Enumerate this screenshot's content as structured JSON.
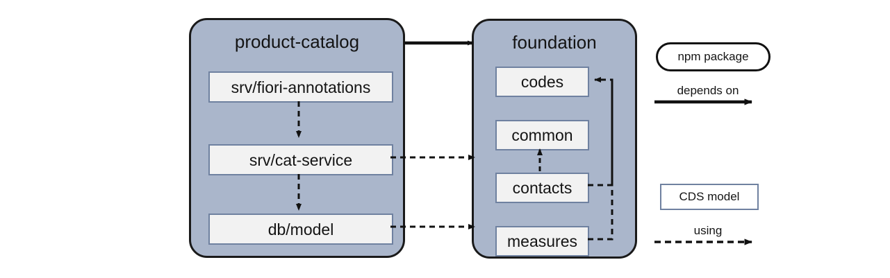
{
  "diagram": {
    "type": "dependency-diagram",
    "title": "CAP project npm package and CDS model dependencies",
    "colors": {
      "package_fill": "#aab6cb",
      "package_border": "#1a1a1a",
      "model_fill": "#f2f2f2",
      "model_border": "#6f81a0",
      "arrow": "#111111",
      "background": "#ffffff"
    }
  },
  "packages": [
    {
      "id": "product-catalog",
      "label": "product-catalog",
      "models": [
        {
          "id": "srv-fiori-annotations",
          "label": "srv/fiori-annotations"
        },
        {
          "id": "srv-cat-service",
          "label": "srv/cat-service"
        },
        {
          "id": "db-model",
          "label": "db/model"
        }
      ]
    },
    {
      "id": "foundation",
      "label": "foundation",
      "models": [
        {
          "id": "codes",
          "label": "codes"
        },
        {
          "id": "common",
          "label": "common"
        },
        {
          "id": "contacts",
          "label": "contacts"
        },
        {
          "id": "measures",
          "label": "measures"
        }
      ]
    }
  ],
  "edges": [
    {
      "from": "product-catalog",
      "to": "foundation",
      "kind": "depends on",
      "style": "solid"
    },
    {
      "from": "srv/fiori-annotations",
      "to": "srv/cat-service",
      "kind": "using",
      "style": "dashed"
    },
    {
      "from": "srv/cat-service",
      "to": "db/model",
      "kind": "using",
      "style": "dashed"
    },
    {
      "from": "srv/cat-service",
      "to": "common",
      "kind": "using",
      "style": "dashed"
    },
    {
      "from": "db/model",
      "to": "measures",
      "kind": "using",
      "style": "dashed"
    },
    {
      "from": "contacts",
      "to": "common",
      "kind": "using",
      "style": "dashed"
    },
    {
      "from": "contacts",
      "to": "codes",
      "kind": "using",
      "style": "dashed"
    },
    {
      "from": "measures",
      "to": "codes",
      "kind": "using",
      "style": "dashed"
    }
  ],
  "legend": {
    "npm_package": "npm package",
    "depends_on": "depends on",
    "cds_model": "CDS model",
    "using": "using"
  }
}
